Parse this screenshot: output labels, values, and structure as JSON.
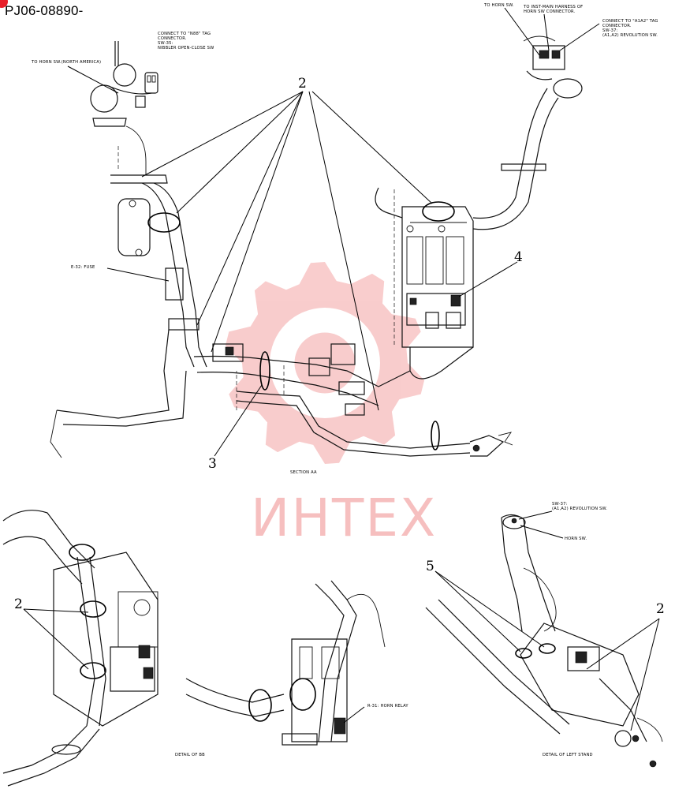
{
  "doc": {
    "id": "PJ06-08890-"
  },
  "watermark": {
    "text": "ИНТЕХ",
    "color": "#e84a4a"
  },
  "colors": {
    "corner_mark": "#e8202a",
    "line": "#111111"
  },
  "labels": {
    "n88": [
      "CONNECT TO \"N88\" TAG",
      "CONNECTOR.",
      "SW-35:",
      "NIBBLER OPEN-CLOSE SW"
    ],
    "horn_sw_na": "TO HORN SW.(NORTH AMERICA)",
    "fuse": "E-32: FUSE",
    "horn_sw_top": "TO HORN SW.",
    "inst_main": [
      "TO INST-MAIN HARNESS OF",
      "HORN SW CONNECTOR."
    ],
    "a1a2": [
      "CONNECT TO \"A1A2\" TAG",
      "CONNECTOR.",
      "SW-37:",
      "(A1,A2) REVOLUTION SW."
    ],
    "section_aa": "SECTION AA",
    "sw37_bottom": [
      "SW-37:",
      "(A1,A2) REVOLUTION SW."
    ],
    "horn_sw_bottom": "HORN SW.",
    "horn_relay": "R-31: HORN RELAY",
    "detail_bb": "DETAIL OF BB",
    "detail_left_stand": "DETAIL OF LEFT STAND"
  },
  "items": {
    "n2": "2",
    "n3": "3",
    "n4": "4",
    "n5": "5"
  }
}
